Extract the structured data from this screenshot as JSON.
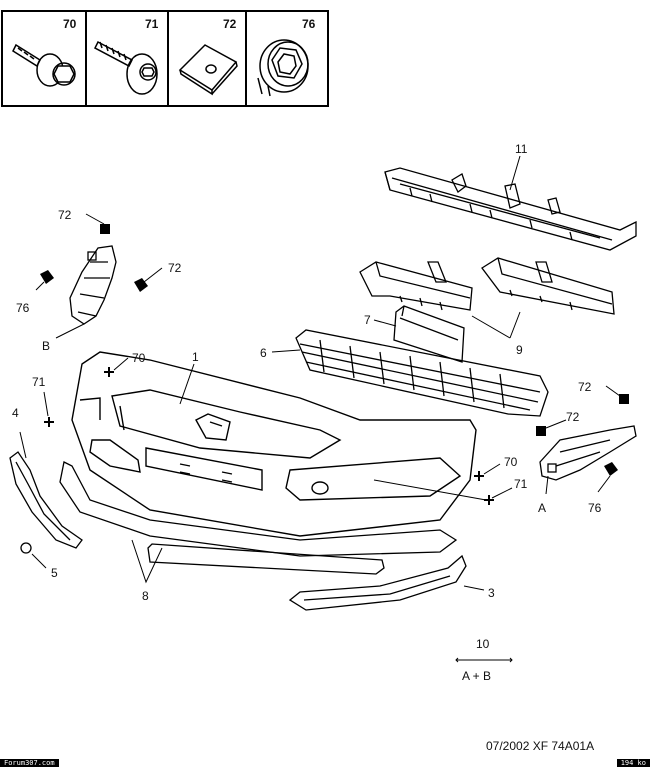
{
  "fastener_legend": [
    {
      "id": "70",
      "icon": "bolt-washer-icon"
    },
    {
      "id": "71",
      "icon": "screw-icon"
    },
    {
      "id": "72",
      "icon": "square-clip-icon"
    },
    {
      "id": "76",
      "icon": "hex-nut-icon"
    }
  ],
  "callouts": {
    "c1": "1",
    "c3": "3",
    "c4": "4",
    "c5": "5",
    "c6": "6",
    "c7": "7",
    "c8": "8",
    "c9": "9",
    "c10": "10",
    "c11": "11",
    "c70_left": "70",
    "c70_right": "70",
    "c71_left": "71",
    "c71_right": "71",
    "c72_left_top": "72",
    "c72_left_mid": "72",
    "c72_right_top": "72",
    "c72_right_mid": "72",
    "c76_left": "76",
    "c76_right": "76",
    "cA": "A",
    "cB": "B",
    "cAB": "A + B"
  },
  "reference": "07/2002  XF 74A01A",
  "footer": {
    "site": "Forum307.com",
    "size": "194 ko"
  }
}
